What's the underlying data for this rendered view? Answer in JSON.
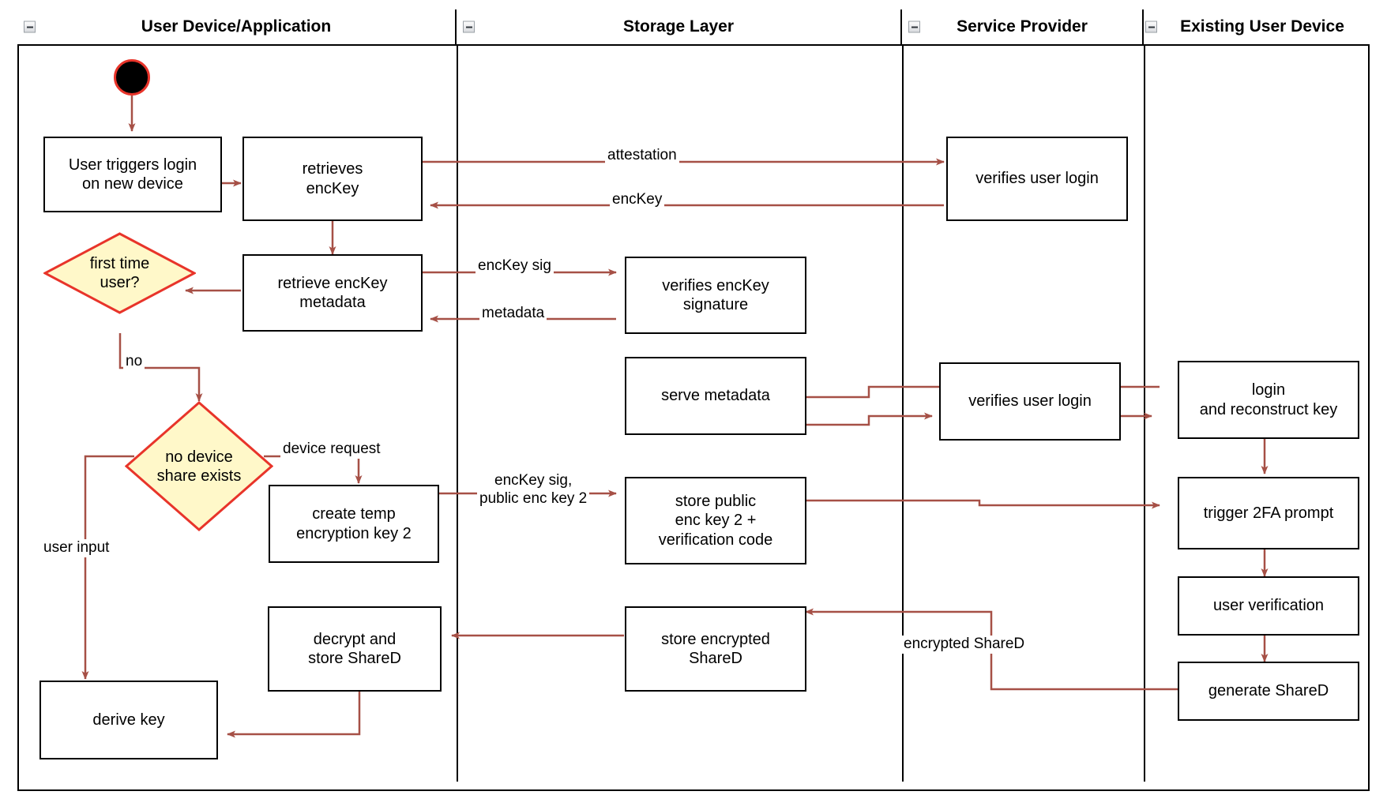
{
  "diagram": {
    "type": "uml-activity-swimlane",
    "colors": {
      "node_border": "#000000",
      "node_fill": "#FFFFFF",
      "decision_fill": "#FFF8C9",
      "decision_border": "#E8342A",
      "edge": "#A65046",
      "start_node_fill": "#000000",
      "start_node_border": "#E8342A"
    }
  },
  "lanes": [
    {
      "id": "user-device",
      "title": "User Device/Application",
      "collapse_icon": "minus-box-icon"
    },
    {
      "id": "storage-layer",
      "title": "Storage Layer",
      "collapse_icon": "minus-box-icon"
    },
    {
      "id": "service-provider",
      "title": "Service Provider",
      "collapse_icon": "minus-box-icon"
    },
    {
      "id": "existing-user-device",
      "title": "Existing User Device",
      "collapse_icon": "minus-box-icon"
    }
  ],
  "nodes": {
    "start": {
      "kind": "initial-node",
      "label": ""
    },
    "user_triggers_login": {
      "kind": "action",
      "label": "User triggers login\non new device"
    },
    "retrieves_enckey": {
      "kind": "action",
      "label": "retrieves\nencKey"
    },
    "retrieve_enckey_metadata": {
      "kind": "action",
      "label": "retrieve encKey\nmetadata"
    },
    "first_time_user": {
      "kind": "decision",
      "label": "first time\nuser?"
    },
    "no_device_share": {
      "kind": "decision",
      "label": "no device\nshare exists"
    },
    "create_temp_key": {
      "kind": "action",
      "label": "create temp\nencryption key 2"
    },
    "decrypt_store_shared": {
      "kind": "action",
      "label": "decrypt and\nstore ShareD"
    },
    "derive_key": {
      "kind": "action",
      "label": "derive key"
    },
    "verifies_enckey_signature": {
      "kind": "action",
      "label": "verifies encKey\nsignature"
    },
    "serve_metadata": {
      "kind": "action",
      "label": "serve metadata"
    },
    "store_public_enc_key_2": {
      "kind": "action",
      "label": "store public\nenc key 2 +\nverification code"
    },
    "store_encrypted_shared": {
      "kind": "action",
      "label": "store encrypted\nShareD"
    },
    "verifies_user_login_1": {
      "kind": "action",
      "label": "verifies user login"
    },
    "verifies_user_login_2": {
      "kind": "action",
      "label": "verifies user login"
    },
    "login_reconstruct_key": {
      "kind": "action",
      "label": "login\nand reconstruct key"
    },
    "trigger_2fa_prompt": {
      "kind": "action",
      "label": "trigger 2FA prompt"
    },
    "user_verification": {
      "kind": "action",
      "label": "user verification"
    },
    "generate_shared": {
      "kind": "action",
      "label": "generate ShareD"
    }
  },
  "edge_labels": {
    "attestation": "attestation",
    "enckey": "encKey",
    "enckey_sig": "encKey sig",
    "metadata": "metadata",
    "no": "no",
    "device_request": "device request",
    "enckey_sig_pubkey2": "encKey sig,\npublic enc key 2",
    "user_input": "user input",
    "encrypted_shared": "encrypted ShareD"
  }
}
